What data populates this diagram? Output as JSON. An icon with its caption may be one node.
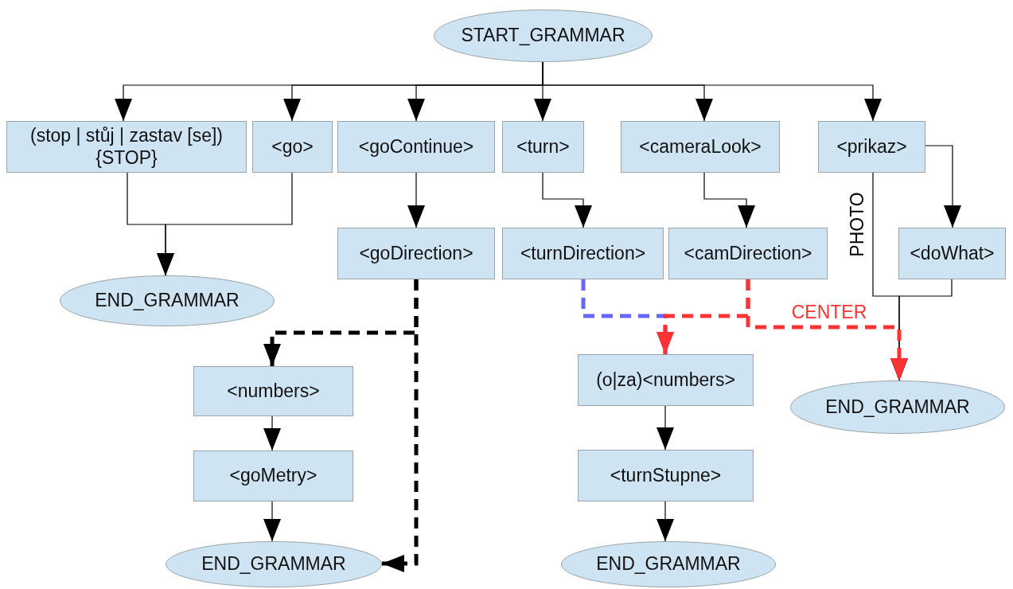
{
  "diagram": {
    "nodes": [
      {
        "text": [
          "START_GRAMMAR"
        ]
      },
      {
        "text": [
          "(stop | stůj | zastav [se]) {STOP}"
        ]
      },
      {
        "text": [
          "<go>"
        ]
      },
      {
        "text": [
          "<goContinue>"
        ]
      },
      {
        "text": [
          "<turn>"
        ]
      },
      {
        "text": [
          "<cameraLook>"
        ]
      },
      {
        "text": [
          "<prikaz>"
        ]
      },
      {
        "text": [
          "END_GRAMMAR"
        ]
      },
      {
        "text": [
          "<goDirection>"
        ]
      },
      {
        "text": [
          "<turnDirection>"
        ]
      },
      {
        "text": [
          "<camDirection>"
        ]
      },
      {
        "text": [
          "<doWhat>"
        ]
      },
      {
        "text": [
          "<numbers>"
        ]
      },
      {
        "text": [
          "<goMetry>"
        ]
      },
      {
        "text": [
          "END_GRAMMAR"
        ]
      },
      {
        "text": [
          "(o|za)<numbers>"
        ]
      },
      {
        "text": [
          "<turnStupne>"
        ]
      },
      {
        "text": [
          "END_GRAMMAR"
        ]
      },
      {
        "text": [
          "END_GRAMMAR"
        ]
      }
    ],
    "edges": [
      {
        "from": 0,
        "to": 1,
        "arrow": "to"
      },
      {
        "from": 0,
        "to": 2,
        "arrow": "to"
      },
      {
        "from": 0,
        "to": 3,
        "arrow": "to"
      },
      {
        "from": 0,
        "to": 4,
        "arrow": "to"
      },
      {
        "from": 0,
        "to": 5,
        "arrow": "to"
      },
      {
        "from": 0,
        "to": 6,
        "arrow": "to"
      },
      {
        "from": 1,
        "to": 7,
        "arrow": "to"
      },
      {
        "from": 2,
        "to": 7,
        "arrow": "to"
      },
      {
        "from": 3,
        "to": 8,
        "arrow": "to"
      },
      {
        "from": 4,
        "to": 9,
        "arrow": "to"
      },
      {
        "from": 5,
        "to": 10,
        "arrow": "to"
      },
      {
        "from": 6,
        "to": 11,
        "arrow": "to"
      },
      {
        "from": 6,
        "to": 18,
        "arrow": "to",
        "label": "PHOTO"
      },
      {
        "from": 11,
        "to": 18,
        "arrow": "to"
      },
      {
        "from": 8,
        "to": 12,
        "arrow": "to",
        "style": "dashed"
      },
      {
        "from": 8,
        "to": 14,
        "arrow": "to",
        "style": "dashed"
      },
      {
        "from": 9,
        "to": 15,
        "arrow": "to",
        "style": "dashed",
        "color": "#6666ff"
      },
      {
        "from": 10,
        "to": 15,
        "arrow": "to",
        "style": "dashed",
        "color": "#ff3333"
      },
      {
        "from": 10,
        "to": 18,
        "arrow": "to",
        "style": "dashed",
        "color": "#ff3333",
        "label": "CENTER"
      },
      {
        "from": 12,
        "to": 13,
        "arrow": "to"
      },
      {
        "from": 13,
        "to": 14,
        "arrow": "to"
      },
      {
        "from": 15,
        "to": 16,
        "arrow": "to"
      },
      {
        "from": 16,
        "to": 17,
        "arrow": "to"
      }
    ]
  }
}
